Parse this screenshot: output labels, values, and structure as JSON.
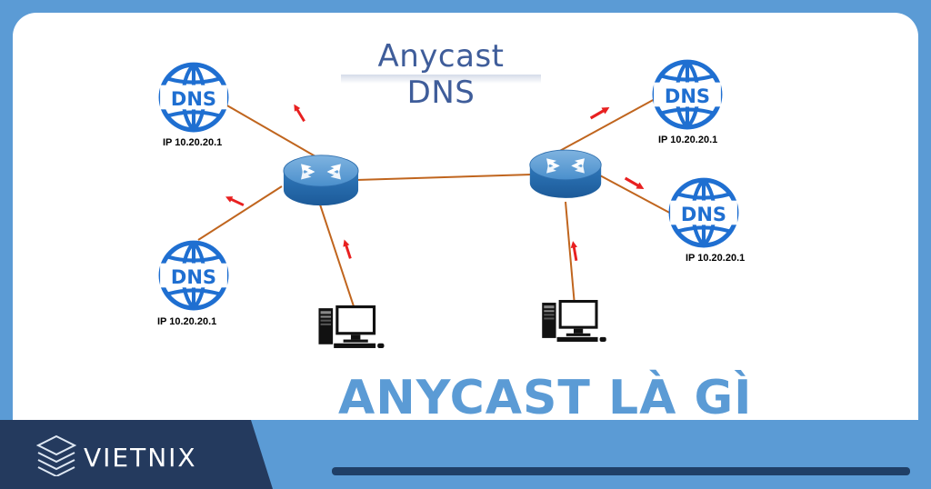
{
  "diagram": {
    "title": "Anycast DNS",
    "dns_label": "DNS",
    "servers": [
      {
        "id": "top-left",
        "ip": "IP 10.20.20.1"
      },
      {
        "id": "bottom-left",
        "ip": "IP 10.20.20.1"
      },
      {
        "id": "top-right",
        "ip": "IP 10.20.20.1"
      },
      {
        "id": "mid-right",
        "ip": "IP 10.20.20.1"
      }
    ]
  },
  "headline": "ANYCAST LÀ GÌ",
  "brand": {
    "name": "VIETNIX"
  },
  "colors": {
    "background": "#5b9bd5",
    "dns_blue": "#1f6fd1",
    "link": "#c0651e",
    "arrow": "#e82020",
    "router": "#3b87c9",
    "headline": "#5b9bd5",
    "logo_panel": "#243a5e"
  },
  "icons": [
    "dns-globe-icon",
    "router-icon",
    "desktop-computer-icon",
    "stack-logo-icon",
    "traffic-arrow-icon"
  ]
}
